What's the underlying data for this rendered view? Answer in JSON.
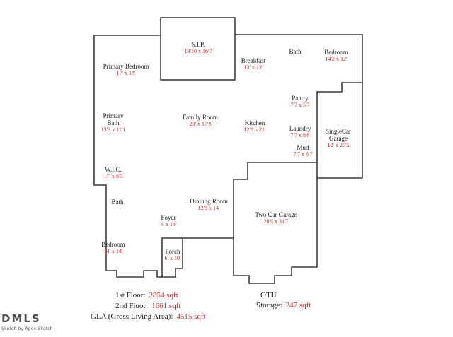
{
  "plan": {
    "rooms": [
      {
        "name": "S.I.P.",
        "dims": "19'10 x 16'7"
      },
      {
        "name": "Primary Bedroom",
        "dims": "17' x 18'"
      },
      {
        "name": "Breakfast",
        "dims": "13' x 12'"
      },
      {
        "name": "Bath",
        "dims": ""
      },
      {
        "name": "Bedroom",
        "dims": "14'2 x 12'"
      },
      {
        "name": "Pantry",
        "dims": "7'7 x 5'7"
      },
      {
        "name": "Primary",
        "name2": "Bath",
        "dims": "13'3 x 11'1"
      },
      {
        "name": "Family Room",
        "dims": "20' x 17'9"
      },
      {
        "name": "Kitchen",
        "dims": "12'8 x 21'"
      },
      {
        "name": "Laundry",
        "dims": "7'7 x 8'6"
      },
      {
        "name": "Mud",
        "dims": "7'7 x 6'7"
      },
      {
        "name": "SingleCar",
        "name2": "Garage",
        "dims": "12' x 25'5"
      },
      {
        "name": "W.I.C.",
        "dims": "17' x 8'3"
      },
      {
        "name": "Bath",
        "dims": ""
      },
      {
        "name": "Dininng Room",
        "dims": "12'8 x 14'"
      },
      {
        "name": "Foyer",
        "dims": "6' x 14'"
      },
      {
        "name": "Bedroom",
        "dims": "14' x 14'"
      },
      {
        "name": "Porch",
        "dims": "6' x 10'"
      },
      {
        "name": "Two Car Garage",
        "dims": "20'9 x 31'7"
      }
    ]
  },
  "summary": {
    "first_floor_label": "1st Floor:",
    "first_floor_value": "2854 sqft",
    "second_floor_label": "2nd Floor:",
    "second_floor_value": "1661 sqft",
    "gla_label": "GLA (Gross Living Area):",
    "gla_value": "4515 sqft",
    "oth_label": "OTH",
    "storage_label": "Storage:",
    "storage_value": "247 sqft"
  },
  "branding": {
    "logo": "DMLS",
    "credit": "Sketch by Apex Sketch"
  },
  "colors": {
    "wall": "#3f3f3f",
    "room_name": "#1b1b1b",
    "dimension_red": "#c32a2a",
    "background": "#ffffff"
  }
}
